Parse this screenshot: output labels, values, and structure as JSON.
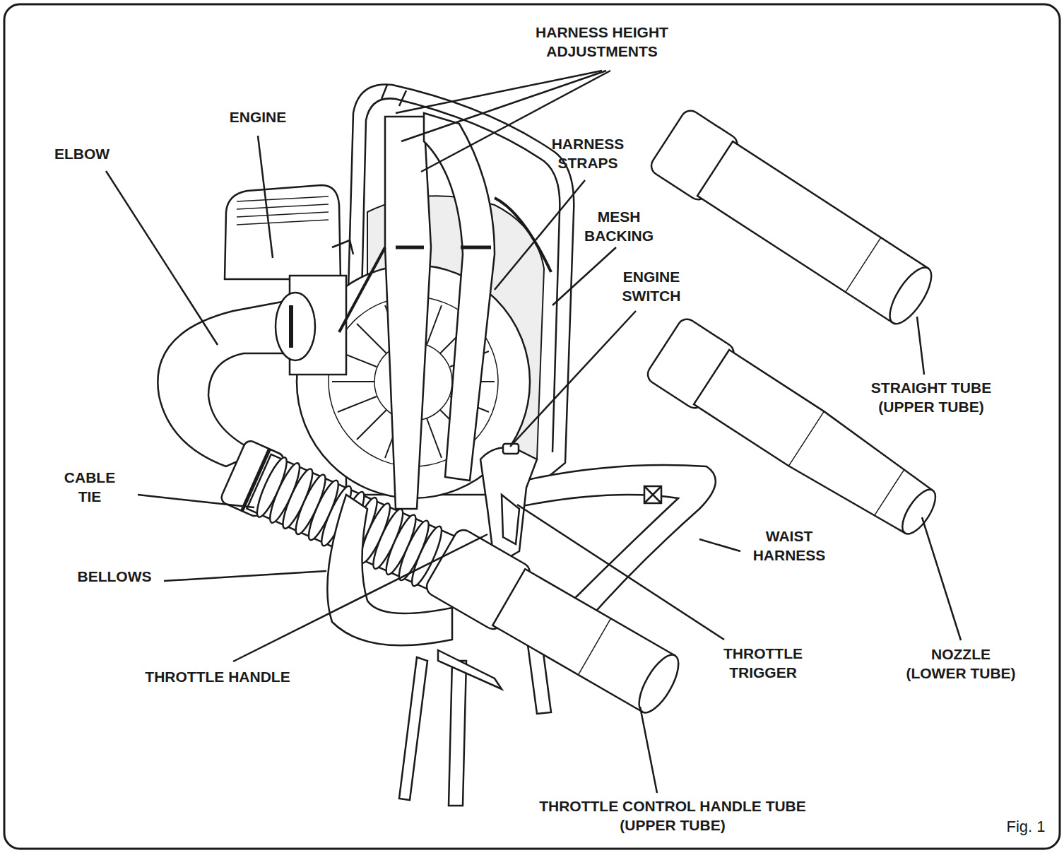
{
  "diagram": {
    "labels": [
      "HARNESS HEIGHT ADJUSTMENTS",
      "ENGINE",
      "ELBOW",
      "HARNESS STRAPS",
      "MESH BACKING",
      "ENGINE SWITCH",
      "STRAIGHT TUBE (UPPER TUBE)",
      "NOZZLE (LOWER TUBE)",
      "WAIST HARNESS",
      "THROTTLE TRIGGER",
      "THROTTLE HANDLE",
      "THROTTLE CONTROL HANDLE TUBE (UPPER TUBE)",
      "BELLOWS",
      "CABLE TIE",
      "Fig. 1"
    ]
  }
}
